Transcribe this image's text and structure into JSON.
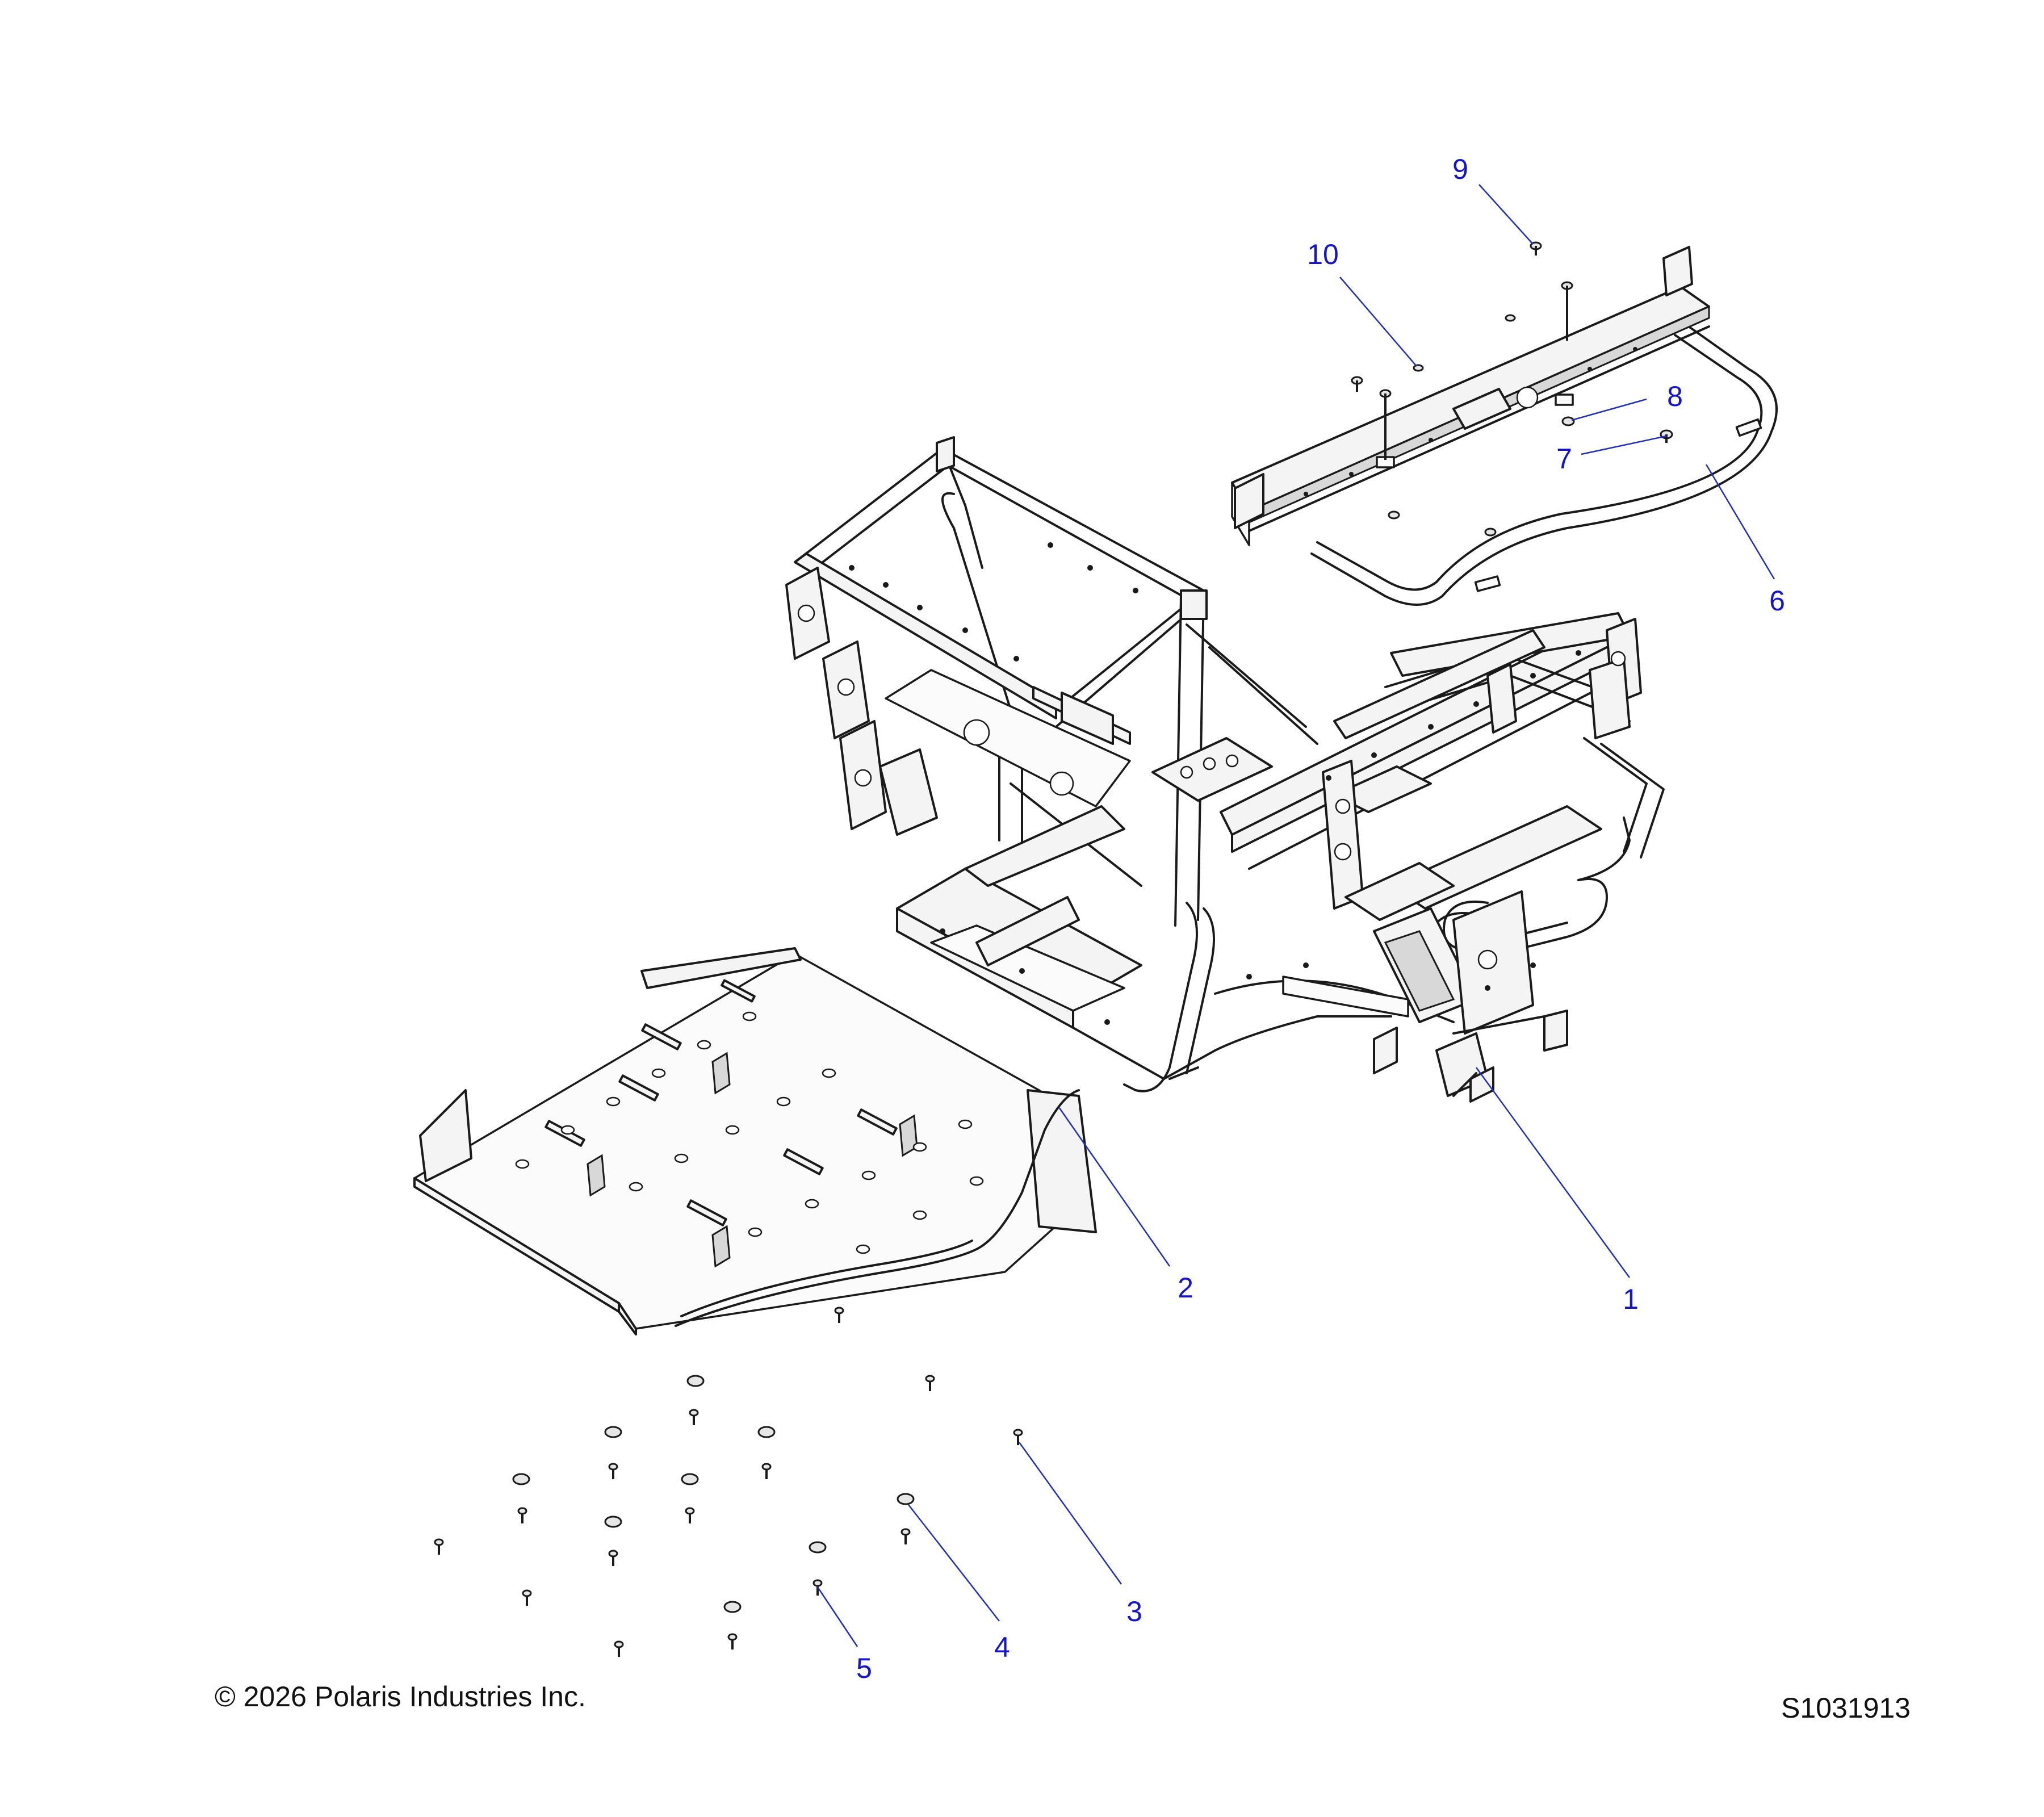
{
  "callouts": {
    "c1": "1",
    "c2": "2",
    "c3": "3",
    "c4": "4",
    "c5": "5",
    "c6": "6",
    "c7": "7",
    "c8": "8",
    "c9": "9",
    "c10": "10"
  },
  "footer": {
    "copyright": "© 2026 Polaris Industries Inc.",
    "drawing_number": "S1031913"
  },
  "colors": {
    "callout_text": "#1414c8",
    "leader_line": "#1f2fb8",
    "outline": "#1a1a1a"
  }
}
